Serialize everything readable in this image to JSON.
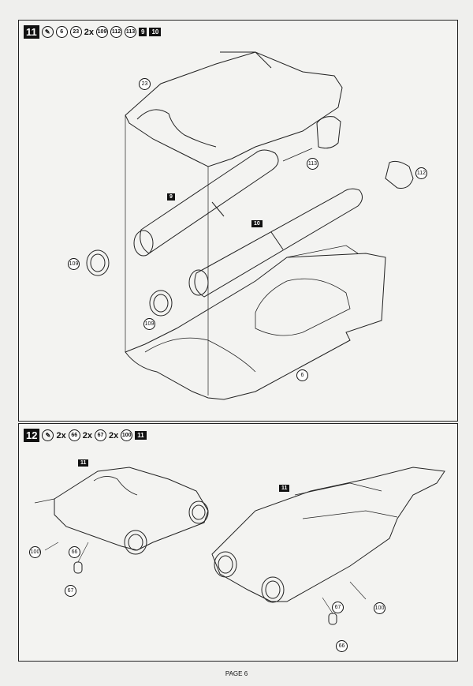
{
  "step11": {
    "number": "11",
    "glue_icon": "glue-icon",
    "parts": [
      "6",
      "23"
    ],
    "multiplier": "2x",
    "multi_parts": [
      "109",
      "112",
      "113"
    ],
    "subassemblies": [
      "9",
      "10"
    ],
    "callouts": {
      "c23": "23",
      "c113": "113",
      "c112": "112",
      "c109a": "109",
      "c109b": "109",
      "c6": "6"
    },
    "labels": {
      "l9": "9",
      "l10": "10"
    }
  },
  "step12": {
    "number": "12",
    "glue_icon": "glue-icon",
    "m1": "2x",
    "p1": "66",
    "m2": "2x",
    "p2": "67",
    "m3": "2x",
    "p3": "100",
    "subassembly": "11",
    "callouts": {
      "left100": "100",
      "left66": "66",
      "left67": "67",
      "right67": "67",
      "right100": "100",
      "right66": "66"
    },
    "labels": {
      "left11": "11",
      "right11": "11"
    }
  },
  "footer": {
    "page": "PAGE 6"
  }
}
